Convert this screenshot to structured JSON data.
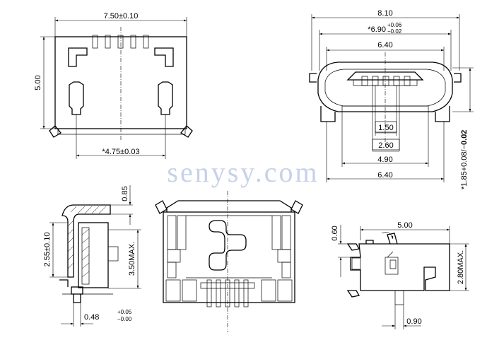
{
  "watermark": "senysy.com",
  "top_view": {
    "overall_width": "7.50±0.10",
    "height": "5.00",
    "pad_pitch": "*4.75±0.03"
  },
  "front_view": {
    "overall_width": "8.10",
    "inner_width_prefix": "*6.90",
    "inner_width_tol_plus": "+0.06",
    "inner_width_tol_minus": "−0.02",
    "opening_width_top": "6.40",
    "pin_pitch": "1.50",
    "pin_span": "2.60",
    "body_width": "4.90",
    "base_width": "6.40",
    "height_prefix": "*1.85+0.08/−",
    "height_bold": "0.02"
  },
  "side_view": {
    "top_thickness": "0.85",
    "shell_height": "2.55±0.10",
    "max_height": "3.50MAX.",
    "pin_thickness_prefix": "0.48",
    "pin_thickness_plus": "+0.05",
    "pin_thickness_minus": "−0.00"
  },
  "right_view": {
    "length": "5.00",
    "step": "0.60",
    "max_height": "2.80MAX.",
    "lead": "0.90"
  }
}
